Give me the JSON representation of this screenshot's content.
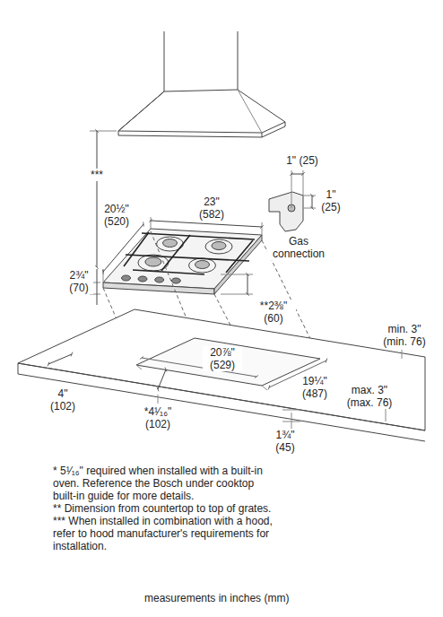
{
  "diagram": {
    "labels": [
      "***",
      "20½\" (520)",
      "23\" (582)",
      "2¾\" (70)",
      "1\" (25)",
      "1\" (25)",
      "Gas connection",
      "**2⅜\" (60)",
      "min. 3\" (min. 76)",
      "20⅞\" (529)",
      "4\" (102)",
      "19¼\" (487)",
      "*4¹⁄₁₆\" (102)",
      "max. 3\" (max. 76)",
      "1¾\" (45)",
      "* 5¹⁄₁₆\" required when installed with a built-in oven. Reference the Bosch under cooktop built-in guide for more details.",
      "** Dimension from countertop to top of grates.",
      "*** When installed in combination with a hood, refer to hood manufacturer's requirements for installation.",
      "measurements in inches (mm)"
    ]
  }
}
